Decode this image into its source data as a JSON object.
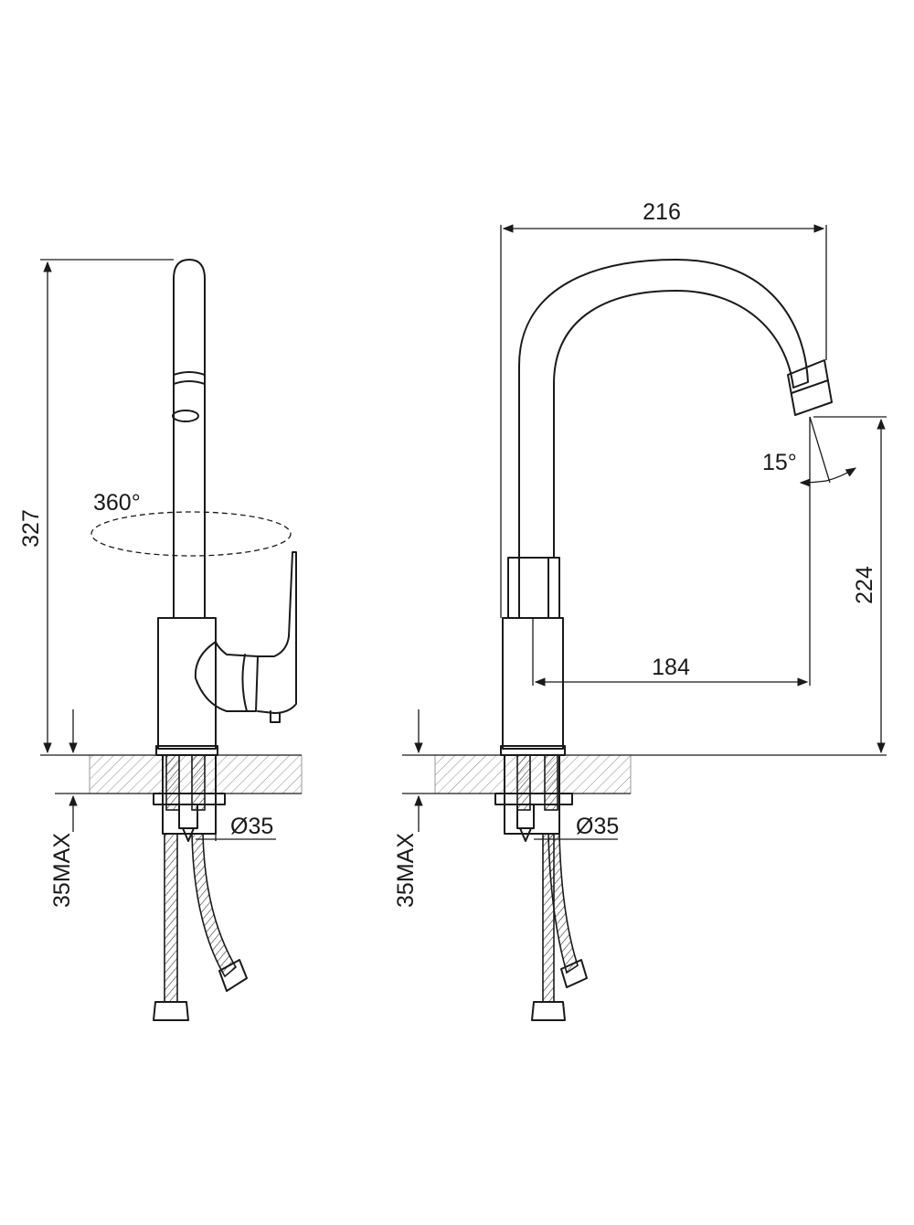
{
  "side_view": {
    "height_label": "327",
    "rotation_label": "360°",
    "thread_label": "Ø35",
    "deck_label": "35MAX"
  },
  "front_view": {
    "width_label": "216",
    "reach_label": "184",
    "spout_height_label": "224",
    "tilt_label": "15°",
    "thread_label": "Ø35",
    "deck_label": "35MAX"
  },
  "colors": {
    "line": "#1a1a1a",
    "hatch": "#9a9a9a",
    "background": "#ffffff"
  }
}
